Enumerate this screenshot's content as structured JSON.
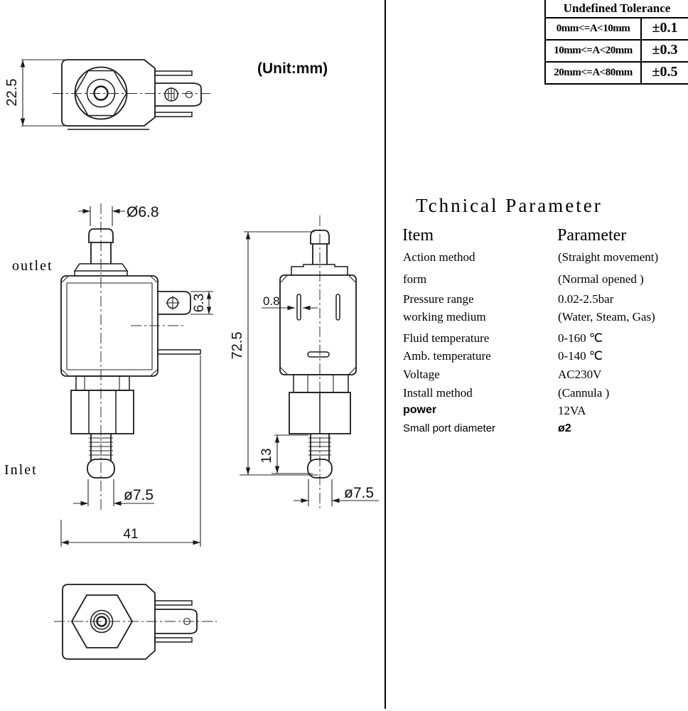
{
  "unit_label": "(Unit:mm)",
  "tolerance_table": {
    "title": "Undefined Tolerance",
    "rows": [
      {
        "range": "0mm<=A<10mm",
        "value": "±0.1"
      },
      {
        "range": "10mm<=A<20mm",
        "value": "±0.3"
      },
      {
        "range": "20mm<=A<80mm",
        "value": "±0.5"
      }
    ]
  },
  "drawing": {
    "outlet_label": "outlet",
    "inlet_label": "Inlet",
    "dims": {
      "coil_height": "22.5",
      "outlet_od": "Ø6.8",
      "spade_width": "6.3",
      "total_height": "72.5",
      "slot_width": "0.8",
      "barb_length": "13",
      "inlet_od_front": "ø7.5",
      "inlet_od_side": "ø7.5",
      "total_width": "41"
    }
  },
  "tech": {
    "title": "Tchnical Parameter",
    "col_item": "Item",
    "col_parameter": "Parameter",
    "rows": [
      {
        "item": "Action method",
        "value": "(Straight movement)"
      },
      {
        "item": "form",
        "value": "(Normal opened )"
      },
      {
        "item": "Pressure range",
        "value": "0.02-2.5bar"
      },
      {
        "item": "working medium",
        "value": "(Water, Steam, Gas)"
      },
      {
        "item": "Fluid temperature",
        "value": "0-160 ℃"
      },
      {
        "item": "Amb. temperature",
        "value": "0-140 ℃"
      },
      {
        "item": "Voltage",
        "value": "AC230V"
      },
      {
        "item": "Install method",
        "value": "(Cannula )"
      },
      {
        "item": "power",
        "value": "12VA"
      },
      {
        "item": "Small port diameter",
        "value": "ø2"
      }
    ]
  }
}
